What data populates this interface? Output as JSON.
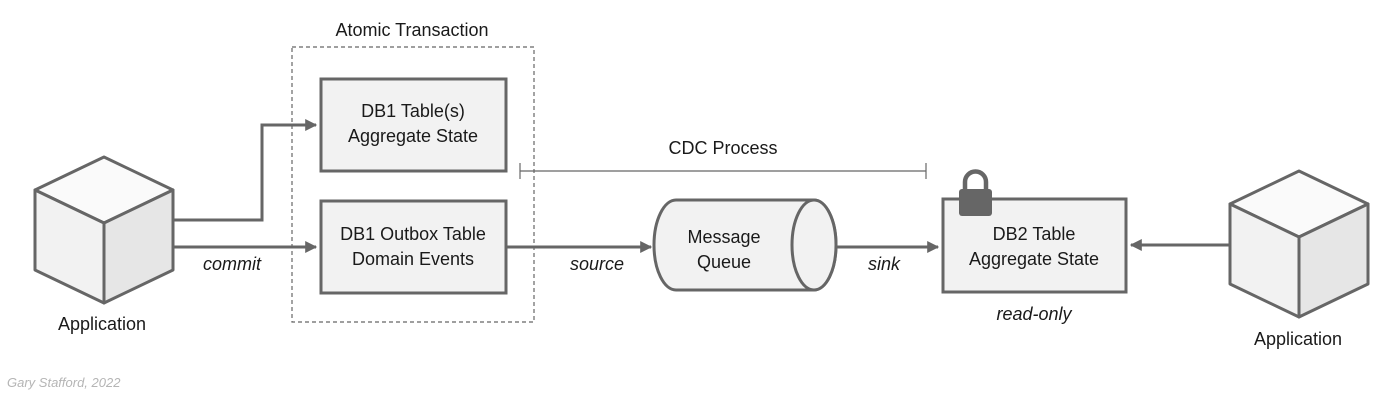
{
  "transaction": {
    "title": "Atomic Transaction"
  },
  "db1_state": {
    "line1": "DB1 Table(s)",
    "line2": "Aggregate State"
  },
  "db1_outbox": {
    "line1": "DB1 Outbox Table",
    "line2": "Domain Events"
  },
  "cdc": {
    "label": "CDC Process"
  },
  "queue": {
    "line1": "Message",
    "line2": "Queue"
  },
  "db2": {
    "line1": "DB2 Table",
    "line2": "Aggregate State",
    "note": "read-only"
  },
  "app_left": {
    "label": "Application"
  },
  "app_right": {
    "label": "Application"
  },
  "edges": {
    "commit": "commit",
    "source": "source",
    "sink": "sink"
  },
  "credit": "Gary Stafford, 2022",
  "colors": {
    "stroke": "#666666",
    "box_fill": "#f2f2f2",
    "cube_front": "#f2f2f2",
    "cube_top": "#fafafa",
    "cube_side": "#e6e6e6",
    "lock": "#666666",
    "text": "#1a1a1a",
    "credit": "#b5b5b5"
  }
}
